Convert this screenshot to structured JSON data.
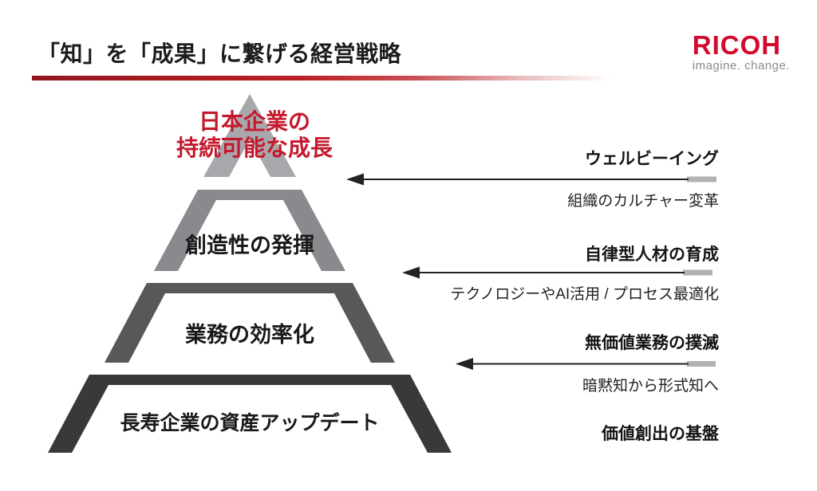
{
  "slide": {
    "title": "「知」を「成果」に繋げる経営戦略",
    "logo": {
      "brand": "RICOH",
      "tagline": "imagine. change."
    }
  },
  "pyramid": {
    "peak": {
      "label": "日本企業の\n持続可能な成長",
      "color": "#a8a8ac",
      "text_color": "#c5182c"
    },
    "levels": [
      {
        "label": "創造性の発揮",
        "color": "#898a8e"
      },
      {
        "label": "業務の効率化",
        "color": "#58585b"
      },
      {
        "label": "長寿企業の資産アップデート",
        "color": "#39393c"
      }
    ]
  },
  "annotations": [
    {
      "title": "ウェルビーイング",
      "subtitle": "組織のカルチャー変革",
      "has_arrow": true
    },
    {
      "title": "自律型人材の育成",
      "subtitle": "テクノロジーやAI活用 / プロセス最適化",
      "has_arrow": true
    },
    {
      "title": "無価値業務の撲滅",
      "subtitle": "暗黙知から形式知へ",
      "has_arrow": true
    },
    {
      "title": "価値創出の基盤",
      "subtitle": "",
      "has_arrow": false
    }
  ],
  "colors": {
    "accent_red_rule": "#a81b21",
    "logo_red": "#d20a2e",
    "peak_text_red": "#c5182c",
    "arrow_line": "#222222",
    "arrow_endbar": "#b1b1b3",
    "tagline_gray": "#8c8c8c"
  }
}
